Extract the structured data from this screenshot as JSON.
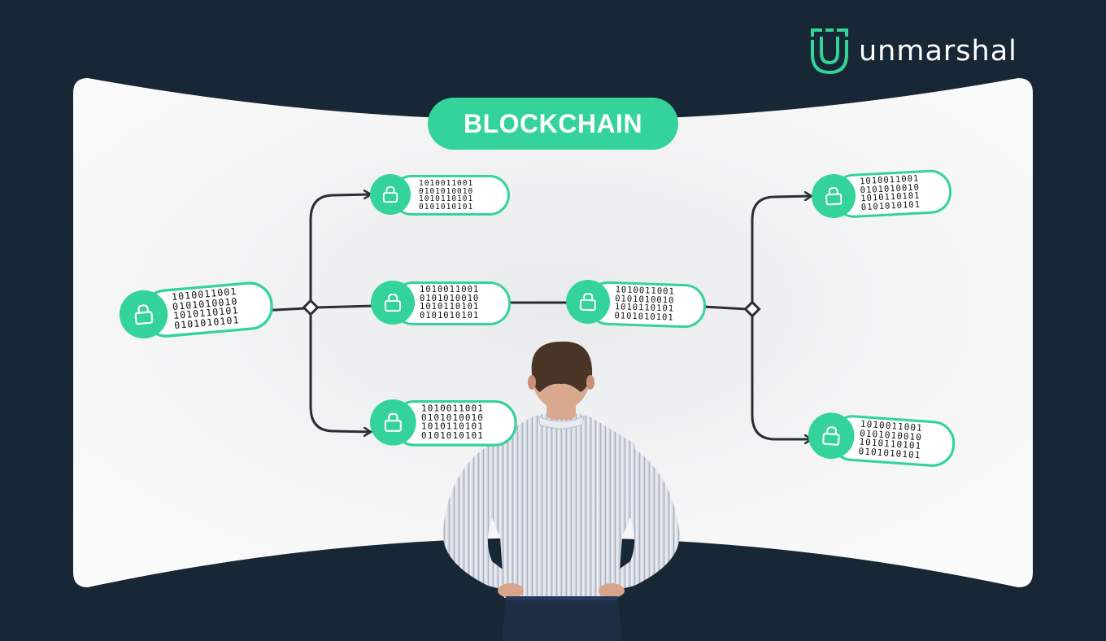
{
  "brand": {
    "name": "unmarshal",
    "logo_icon": "u-bracket-logo-icon",
    "accent": "#34d399"
  },
  "title": "BLOCKCHAIN",
  "colors": {
    "background": "#172736",
    "screen": "#f2f3f4",
    "accent": "#34d399",
    "connector": "#2a2f36"
  },
  "block_bits": [
    "1010011001",
    "0101010010",
    "1010110101",
    "0101010101"
  ],
  "nodes": [
    {
      "id": "root",
      "icon": "lock-icon",
      "bits": [
        "1010011001",
        "0101010010",
        "1010110101",
        "0101010101"
      ]
    },
    {
      "id": "branch-top",
      "icon": "lock-icon",
      "bits": [
        "1010011001",
        "0101010010",
        "1010110101",
        "0101010101"
      ]
    },
    {
      "id": "branch-middle",
      "icon": "lock-icon",
      "bits": [
        "1010011001",
        "0101010010",
        "1010110101",
        "0101010101"
      ]
    },
    {
      "id": "branch-bottom",
      "icon": "lock-icon",
      "bits": [
        "1010011001",
        "0101010010",
        "1010110101",
        "0101010101"
      ]
    },
    {
      "id": "chain-next",
      "icon": "lock-icon",
      "bits": [
        "1010011001",
        "0101010010",
        "1010110101",
        "0101010101"
      ]
    },
    {
      "id": "right-top",
      "icon": "lock-icon",
      "bits": [
        "1010011001",
        "0101010010",
        "1010110101",
        "0101010101"
      ]
    },
    {
      "id": "right-bottom",
      "icon": "lock-icon",
      "bits": [
        "1010011001",
        "0101010010",
        "1010110101",
        "0101010101"
      ]
    }
  ],
  "person": {
    "description_icon": "person-back-view-icon",
    "shirt": "#dfe3ea",
    "hair": "#4a3426"
  }
}
